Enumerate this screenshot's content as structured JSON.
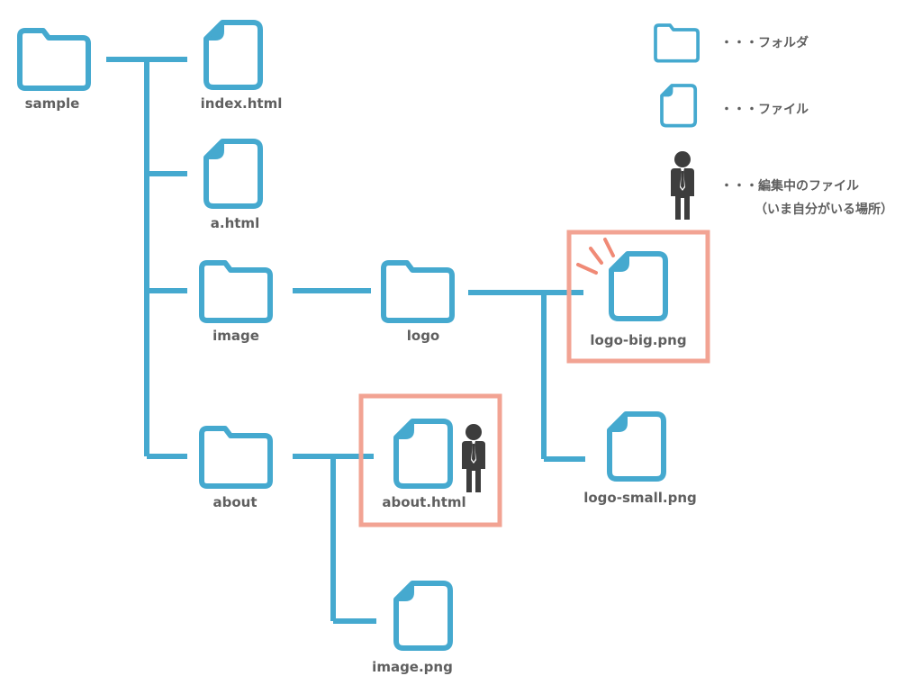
{
  "colors": {
    "line": "#45a9cf",
    "highlight": "#f2a393",
    "person": "#3d3d3d",
    "text": "#5f5f5f",
    "burst": "#f08a76"
  },
  "nodes": {
    "sample": {
      "label": "sample",
      "icon": "folder-icon"
    },
    "index_html": {
      "label": "index.html",
      "icon": "file-icon"
    },
    "a_html": {
      "label": "a.html",
      "icon": "file-icon"
    },
    "image": {
      "label": "image",
      "icon": "folder-icon"
    },
    "logo": {
      "label": "logo",
      "icon": "folder-icon"
    },
    "logo_big": {
      "label": "logo-big.png",
      "icon": "file-icon"
    },
    "logo_small": {
      "label": "logo-small.png",
      "icon": "file-icon"
    },
    "about": {
      "label": "about",
      "icon": "folder-icon"
    },
    "about_html": {
      "label": "about.html",
      "icon": "file-icon"
    },
    "image_png": {
      "label": "image.png",
      "icon": "file-icon"
    }
  },
  "legend": {
    "folder": "・・・フォルダ",
    "file": "・・・ファイル",
    "editing_line1": "・・・編集中のファイル",
    "editing_line2": "（いま自分がいる場所）"
  }
}
